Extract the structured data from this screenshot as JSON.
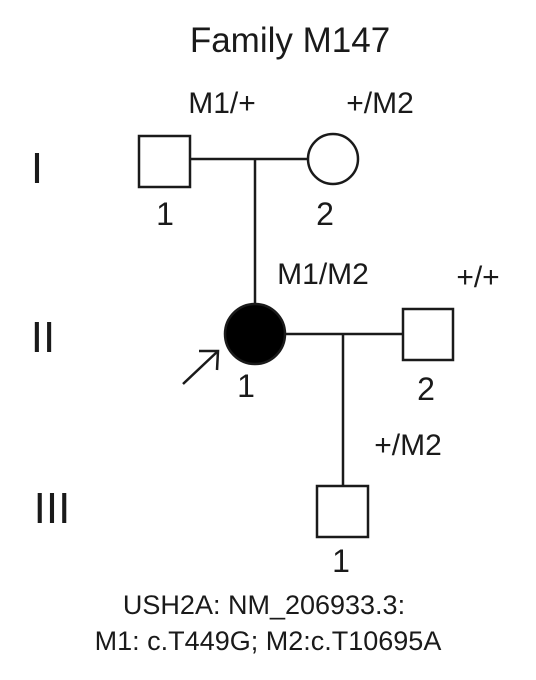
{
  "title": "Family M147",
  "generations": [
    {
      "id": "I",
      "label": "I"
    },
    {
      "id": "II",
      "label": "II"
    },
    {
      "id": "III",
      "label": "III"
    }
  ],
  "individuals": [
    {
      "id": "I-1",
      "number": "1",
      "sex": "male",
      "affected": false,
      "genotype": "M1/+"
    },
    {
      "id": "I-2",
      "number": "2",
      "sex": "female",
      "affected": false,
      "genotype": "+/M2"
    },
    {
      "id": "II-1",
      "number": "1",
      "sex": "female",
      "affected": true,
      "proband": true,
      "genotype": "M1/M2"
    },
    {
      "id": "II-2",
      "number": "2",
      "sex": "male",
      "affected": false,
      "genotype": "+/+"
    },
    {
      "id": "III-1",
      "number": "1",
      "sex": "male",
      "affected": false,
      "genotype": "+/M2"
    }
  ],
  "footer": {
    "line1": "USH2A: NM_206933.3:",
    "line2": "M1: c.T449G; M2:c.T10695A"
  },
  "colors": {
    "stroke": "#1a1a1a",
    "affected_fill": "#000000",
    "unaffected_fill": "#ffffff"
  }
}
